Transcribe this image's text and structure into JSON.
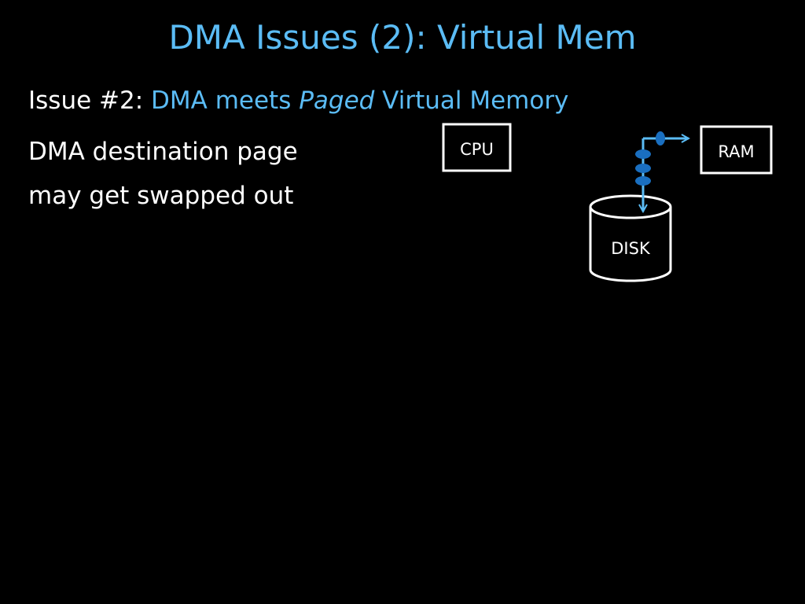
{
  "title": "DMA Issues (2): Virtual Mem",
  "issue": {
    "prefix": "Issue #2: ",
    "part1": "DMA meets ",
    "emph": "Paged",
    "part2": " Virtual Memory"
  },
  "body_lines": [
    "DMA destination page",
    "may get swapped out"
  ],
  "diagram": {
    "cpu_label": "CPU",
    "ram_label": "RAM",
    "disk_label": "DISK"
  },
  "colors": {
    "background": "#000000",
    "text": "#ffffff",
    "accent": "#5bbcf5",
    "bus_dot": "#1a6fc0"
  }
}
